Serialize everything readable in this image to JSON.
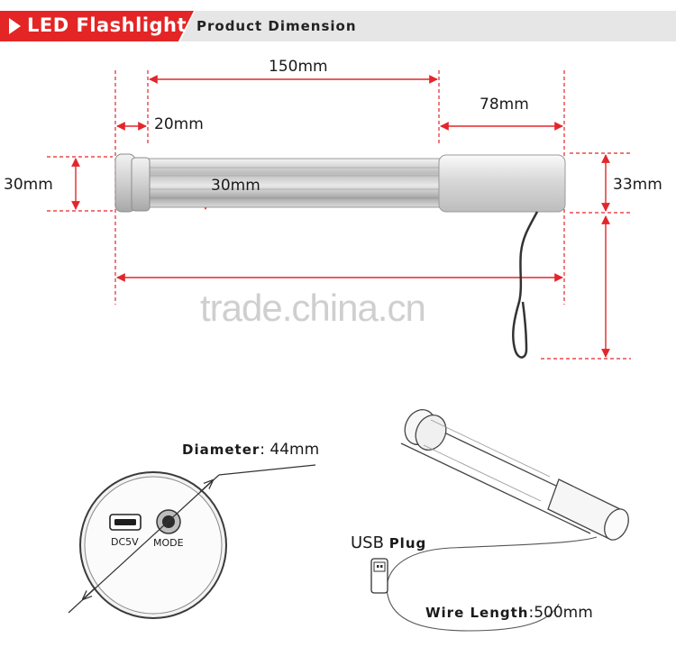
{
  "header": {
    "title": "LED Flashlight",
    "subtitle": "Product Dimension",
    "accent_color": "#e32526",
    "bar_color": "#e6e6e6"
  },
  "dimensions": {
    "length_main": "150mm",
    "cap_length": "20mm",
    "handle_length": "78mm",
    "diameter_left": "30mm",
    "diameter_tube": "30mm",
    "diameter_handle": "33mm"
  },
  "watermark": "trade.china.cn",
  "end_view": {
    "diameter_label": "Diameter",
    "diameter_value": ": 44mm",
    "port_label": "DC5V",
    "button_label": "MODE"
  },
  "side_view": {
    "usb_label": "USB",
    "plug_label": "Plug",
    "wire_label": "Wire Length",
    "wire_value": ":500mm"
  },
  "colors": {
    "dimension_line": "#e3262b"
  }
}
